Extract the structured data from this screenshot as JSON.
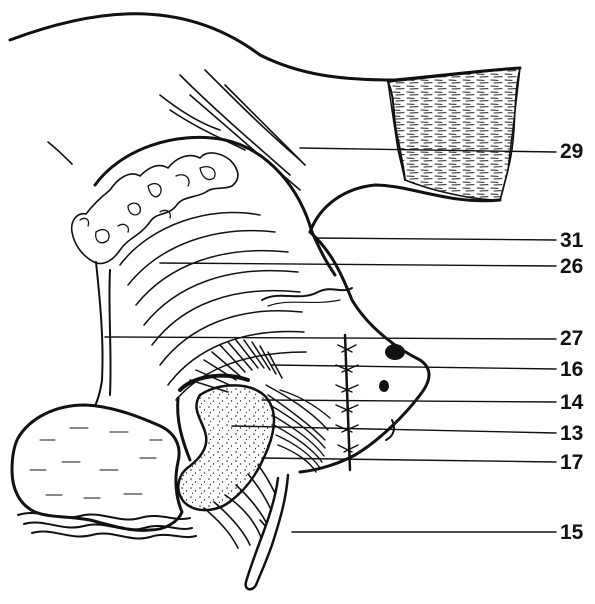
{
  "labels": {
    "l29": "29",
    "l31": "31",
    "l26": "26",
    "l27": "27",
    "l16": "16",
    "l14": "14",
    "l13": "13",
    "l17": "17",
    "l15": "15"
  }
}
